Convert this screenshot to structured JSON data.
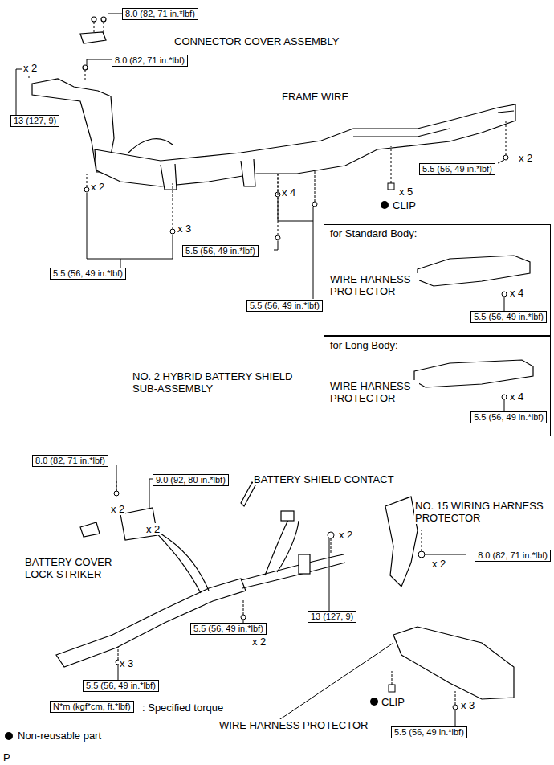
{
  "diagram": {
    "nodes": [
      {
        "text": [
          "8.0 (82, 71 in.*lbf)"
        ]
      },
      {
        "text": [
          "8.0 (82, 71 in.*lbf)"
        ]
      },
      {
        "text": [
          "13 (127, 9)"
        ]
      },
      {
        "text": [
          "5.5 (56, 49 in.*lbf)"
        ]
      },
      {
        "text": [
          "5.5 (56, 49 in.*lbf)"
        ]
      },
      {
        "text": [
          "5.5 (56, 49 in.*lbf)"
        ]
      },
      {
        "text": [
          "5.5 (56, 49 in.*lbf)"
        ]
      },
      {
        "text": [
          "for Standard Body:",
          "WIRE HARNESS PROTECTOR"
        ]
      },
      {
        "text": [
          "5.5 (56, 49 in.*lbf)"
        ],
        "in": 7
      },
      {
        "text": [
          "for Long Body:",
          "WIRE HARNESS PROTECTOR"
        ]
      },
      {
        "text": [
          "5.5 (56, 49 in.*lbf)"
        ],
        "in": 9
      },
      {
        "text": [
          "8.0 (82, 71 in.*lbf)"
        ]
      },
      {
        "text": [
          "9.0 (92, 80 in.*lbf)"
        ]
      },
      {
        "text": [
          "8.0 (82, 71 in.*lbf)"
        ]
      },
      {
        "text": [
          "13 (127, 9)"
        ]
      },
      {
        "text": [
          "5.5 (56, 49 in.*lbf)"
        ]
      },
      {
        "text": [
          "5.5 (56, 49 in.*lbf)"
        ]
      },
      {
        "text": [
          "5.5 (56, 49 in.*lbf)"
        ]
      },
      {
        "text": [
          "N*m (kgf*cm, ft.*lbf)"
        ]
      }
    ],
    "labels": [
      "CONNECTOR COVER ASSEMBLY",
      "x 2",
      "FRAME WIRE",
      "x 2",
      "x 4",
      "x 5",
      "x 2",
      "CLIP",
      "x 3",
      "x 4",
      "x 4",
      "NO. 2 HYBRID BATTERY SHIELD SUB-ASSEMBLY",
      "BATTERY SHIELD CONTACT",
      "NO. 15 WIRING HARNESS PROTECTOR",
      "x 2",
      "x 2",
      "x 2",
      "BATTERY COVER LOCK STRIKER",
      "x 2",
      "x 2",
      "x 3",
      "CLIP",
      "x 3",
      ": Specified torque",
      "WIRE HARNESS PROTECTOR",
      "P"
    ],
    "legend": [
      {
        "text": "Non-reusable part"
      }
    ]
  }
}
